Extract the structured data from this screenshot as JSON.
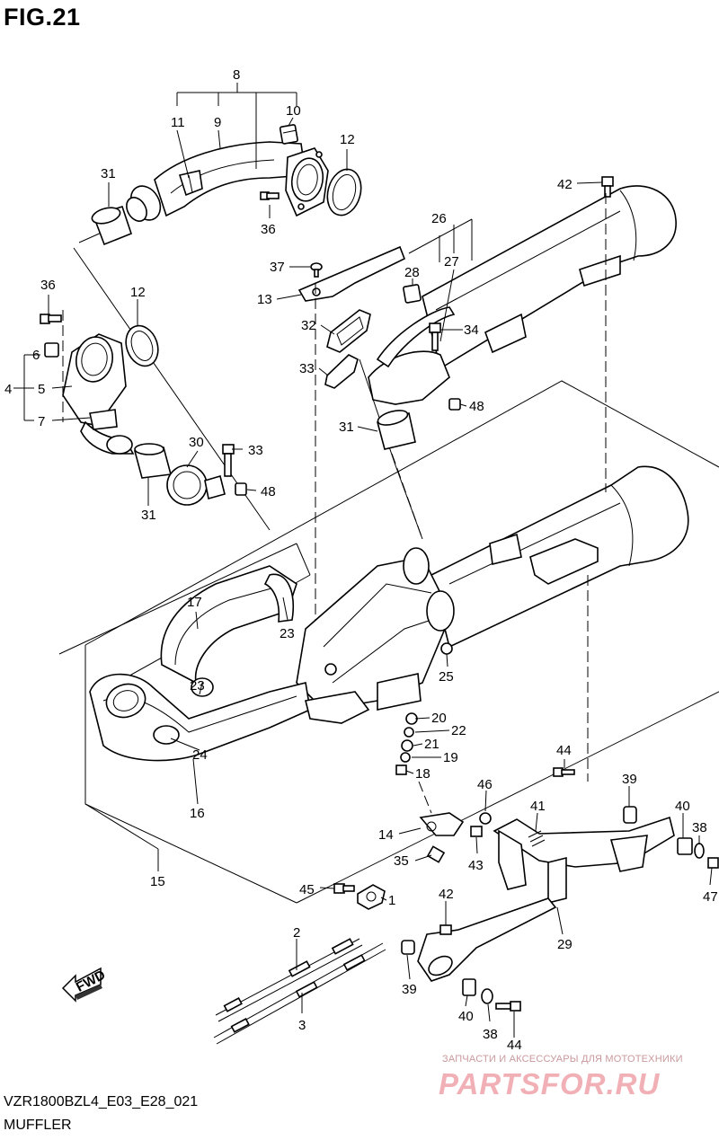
{
  "figure": {
    "title": "FIG.21",
    "model_code": "VZR1800BZL4_E03_E28_021",
    "section_name": "MUFFLER"
  },
  "watermark": {
    "tagline": "ЗАПЧАСТИ И АКСЕССУАРЫ ДЛЯ МОТОТЕХНИКИ",
    "brand": "PARTSFOR.RU"
  },
  "fwd_label": "FWD",
  "callouts": {
    "c1": "1",
    "c2": "2",
    "c3": "3",
    "c4": "4",
    "c5": "5",
    "c6": "6",
    "c7": "7",
    "c8": "8",
    "c9": "9",
    "c10": "10",
    "c11": "11",
    "c12a": "12",
    "c12b": "12",
    "c13": "13",
    "c14": "14",
    "c15": "15",
    "c16": "16",
    "c17": "17",
    "c18": "18",
    "c19": "19",
    "c20": "20",
    "c21": "21",
    "c22": "22",
    "c23a": "23",
    "c23b": "23",
    "c24": "24",
    "c25": "25",
    "c26": "26",
    "c27": "27",
    "c28": "28",
    "c29": "29",
    "c30": "30",
    "c31a": "31",
    "c31b": "31",
    "c31c": "31",
    "c32": "32",
    "c33a": "33",
    "c33b": "33",
    "c34": "34",
    "c35": "35",
    "c36a": "36",
    "c36b": "36",
    "c37": "37",
    "c38a": "38",
    "c38b": "38",
    "c39a": "39",
    "c39b": "39",
    "c40a": "40",
    "c40b": "40",
    "c41": "41",
    "c42a": "42",
    "c42b": "42",
    "c43": "43",
    "c44a": "44",
    "c44b": "44",
    "c45": "45",
    "c46": "46",
    "c47": "47",
    "c48a": "48",
    "c48b": "48"
  }
}
